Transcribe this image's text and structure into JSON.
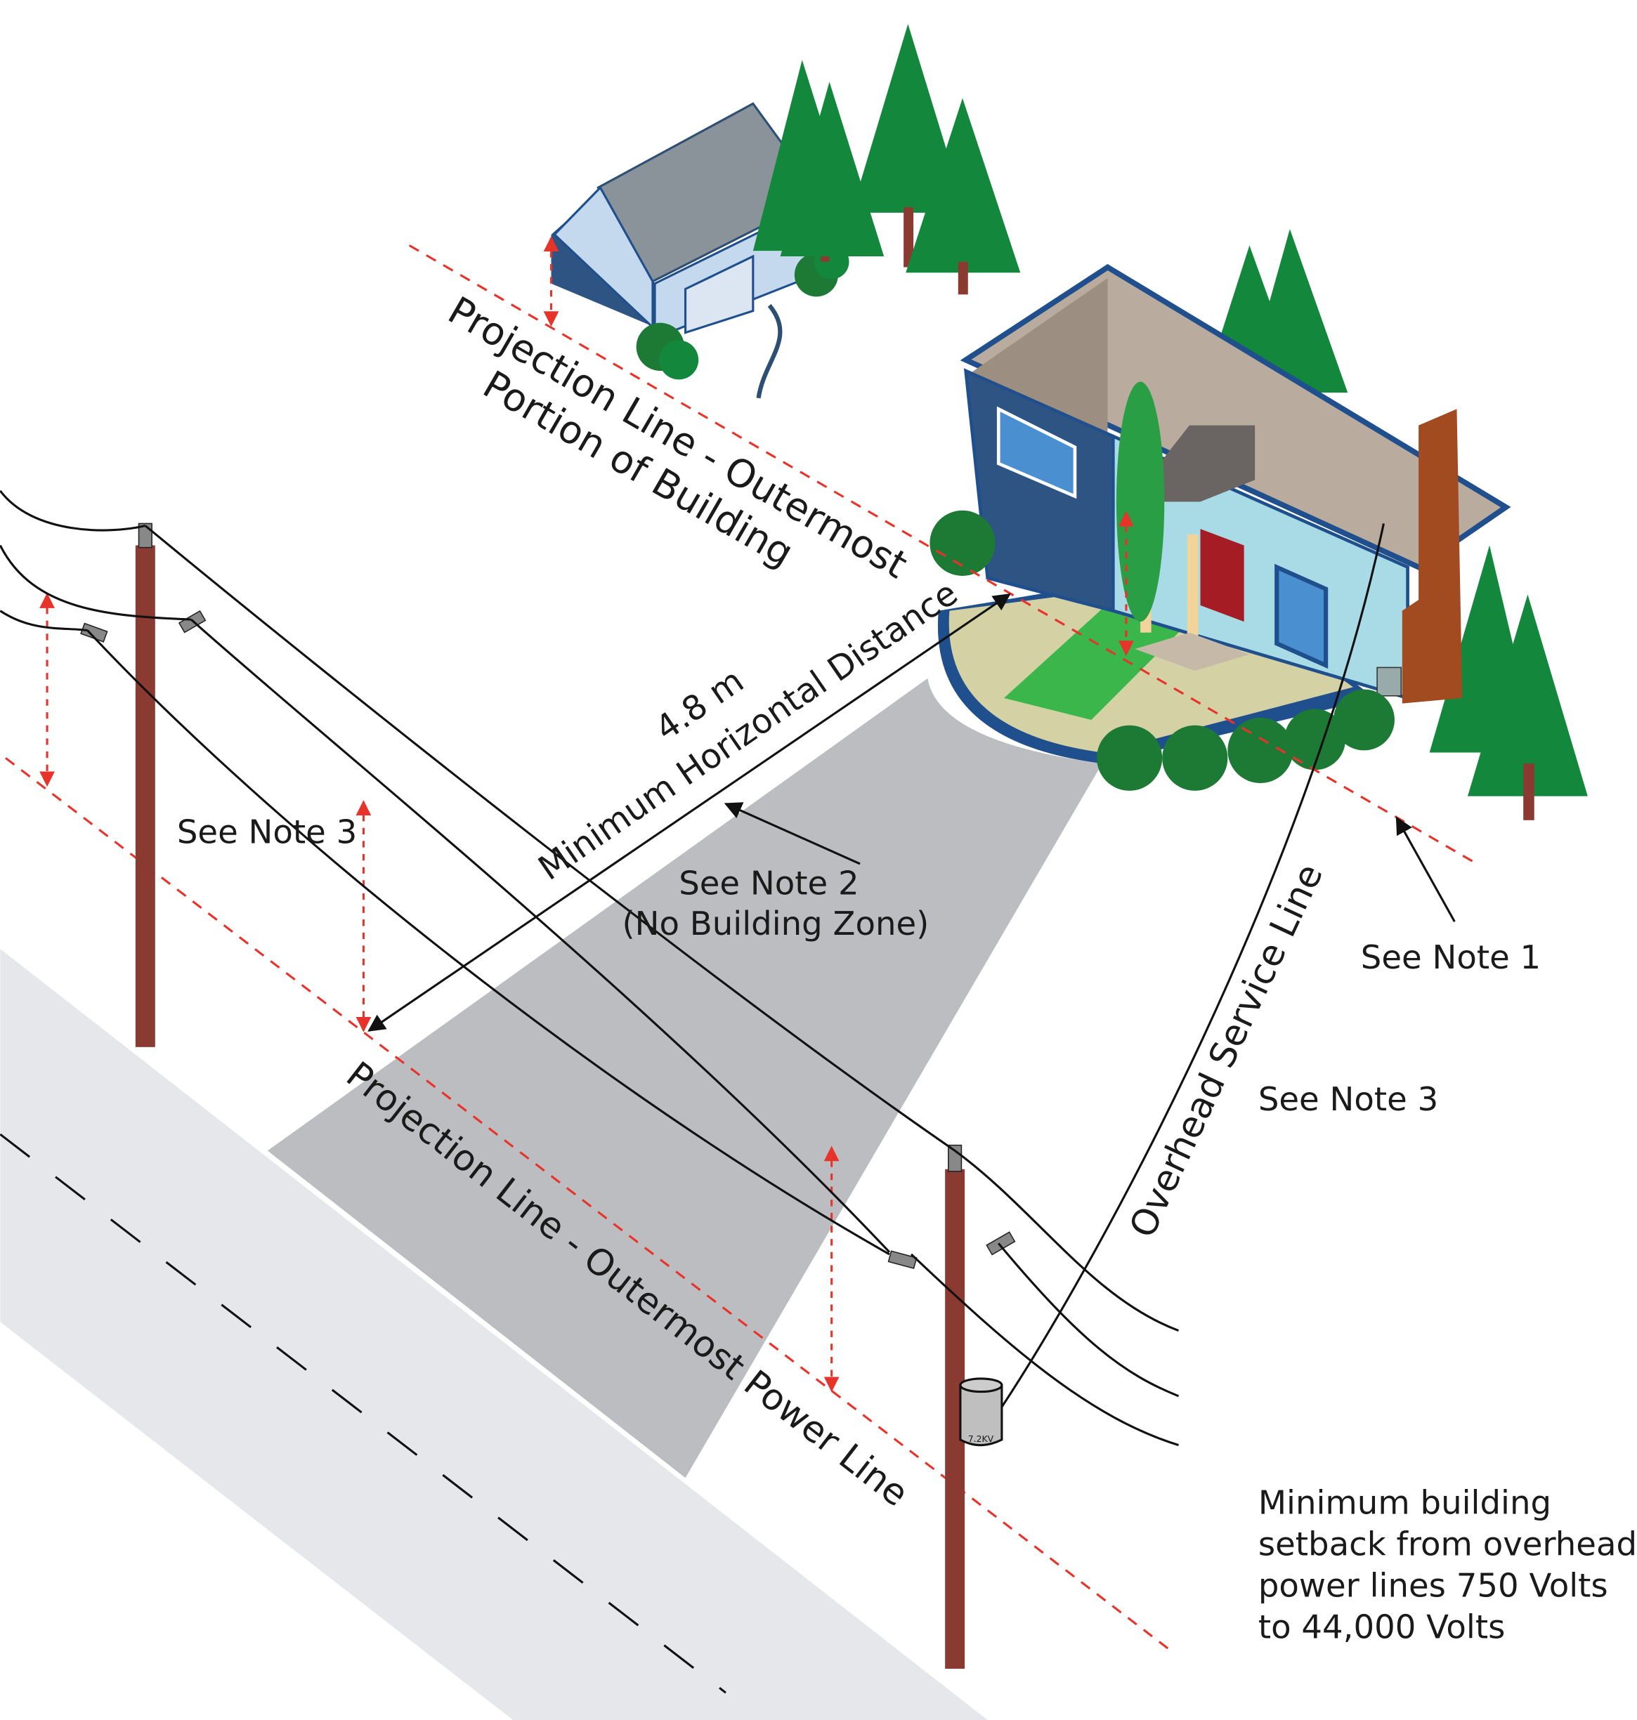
{
  "labels": {
    "projection_building_line1": "Projection Line - Outermost",
    "projection_building_line2": "Portion of Building",
    "distance_value": "4.8 m",
    "distance_label": "Minimum Horizontal Distance",
    "see_note_3_left": "See Note 3",
    "see_note_2": "See Note 2",
    "no_building_zone": "(No Building Zone)",
    "see_note_1": "See Note 1",
    "overhead_service_line": "Overhead Service Line",
    "see_note_3_right": "See Note 3",
    "projection_power_line": "Projection Line - Outermost Power Line",
    "transformer_rating": "7.2KV",
    "caption": [
      "Minimum building",
      "setback from overhead",
      "power lines 750 Volts",
      "to 44,000 Volts"
    ]
  },
  "colors": {
    "pole": "#8b3a32",
    "tree": "#13883c",
    "dashed_line": "#e8332b",
    "road": "#e6e7ea",
    "no_build_zone": "#bcbdc1",
    "house_siding": "#a9dbe6",
    "house_trim": "#1f4f8c",
    "roof": "#b9ab9e"
  }
}
